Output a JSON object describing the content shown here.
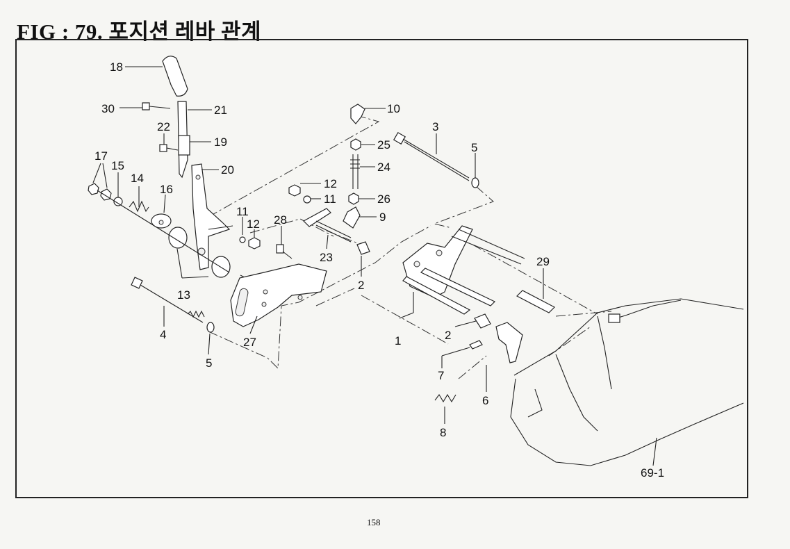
{
  "header": {
    "title": "FIG : 79.  포지션 레바 관계"
  },
  "footer": {
    "page_number": "158"
  },
  "diagram": {
    "callouts": [
      "18",
      "30",
      "21",
      "22",
      "19",
      "20",
      "17",
      "15",
      "14",
      "16",
      "11",
      "12",
      "28",
      "13",
      "4",
      "5",
      "27",
      "10",
      "25",
      "24",
      "26",
      "12",
      "11",
      "9",
      "23",
      "2",
      "3",
      "5",
      "29",
      "1",
      "2",
      "7",
      "6",
      "8",
      "69-1"
    ]
  }
}
